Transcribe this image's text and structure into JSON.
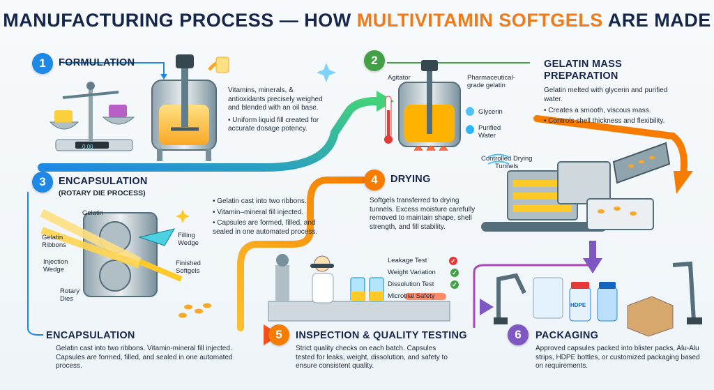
{
  "title": {
    "part1": "MANUFACTURING PROCESS — HOW ",
    "highlight": "MULTIVITAMIN SOFTGELS",
    "part2": " ARE MADE"
  },
  "colors": {
    "step1": "#1e88e5",
    "step2": "#43a047",
    "step3": "#1e88e5",
    "step4": "#f57c00",
    "step5": "#f57c00",
    "step6": "#7e57c2",
    "accent": "#f07a18"
  },
  "steps": {
    "formulation": {
      "num": "1",
      "title": "FORMULATION",
      "desc": "Vitamins, minerals, & antioxidants precisely weighed and blended with an oil base.",
      "bullet": "Uniform liquid fill created for accurate dosage potency.",
      "scale_readout": "0.00"
    },
    "gelatin": {
      "num": "2",
      "title_line1": "GELATIN MASS",
      "title_line2": "PREPARATION",
      "desc": "Gelatin melted with glycerin and purified water.",
      "bullets": [
        "Creates a smooth, viscous mass.",
        "Controls shell thickness and flexibility."
      ],
      "labels": {
        "agitator": "Agitator",
        "gelatin_line1": "Pharmaceutical-",
        "gelatin_line2": "grade gelatin",
        "glycerin": "Glycerin",
        "water_line1": "Purified",
        "water_line2": "Water"
      }
    },
    "encapsulation": {
      "num": "3",
      "title": "ENCAPSULATION",
      "subtitle": "(ROTARY DIE PROCESS)",
      "bullets": [
        "Gelatin cast into two ribbons.",
        "Vitamin–mineral fill injected.",
        "Capsules are formed, filled, and sealed in one automated process."
      ],
      "labels": {
        "gelatin": "Gelatin",
        "ribbons_line1": "Gelatin",
        "ribbons_line2": "Ribbons",
        "filling_line1": "Filling",
        "filling_line2": "Wedge",
        "injection_line1": "Injection",
        "injection_line2": "Wedge",
        "finished_line1": "Finished",
        "finished_line2": "Softgels",
        "rotary_line1": "Rotary",
        "rotary_line2": "Dies"
      },
      "bottom_title": "ENCAPSULATION",
      "bottom_desc": "Gelatin cast into two ribbons. Vitamin-mineral fill injected. Capsules are formed, filled, and sealed in one automated process."
    },
    "drying": {
      "num": "4",
      "title": "DRYING",
      "desc": "Softgels transferred to drying tunnels. Excess moisture carefully removed to maintain shape, shell strength, and fill stability.",
      "label_line1": "Controlled Drying",
      "label_line2": "Tunnels"
    },
    "inspection": {
      "num": "5",
      "title": "INSPECTION & QUALITY TESTING",
      "desc": "Strict quality checks on each batch. Capsules tested for leaks, weight, dissolution, and safety to ensure consistent quality.",
      "tests": [
        "Leakage Test",
        "Weight Variation",
        "Dissolution Test",
        "Microbial Safety"
      ]
    },
    "packaging": {
      "num": "6",
      "title": "PACKAGING",
      "desc": "Approved capsules packed into blister packs, Alu-Alu strips, HDPE bottles, or customized packaging based on requirements.",
      "bottle_label": "HDPE"
    }
  }
}
